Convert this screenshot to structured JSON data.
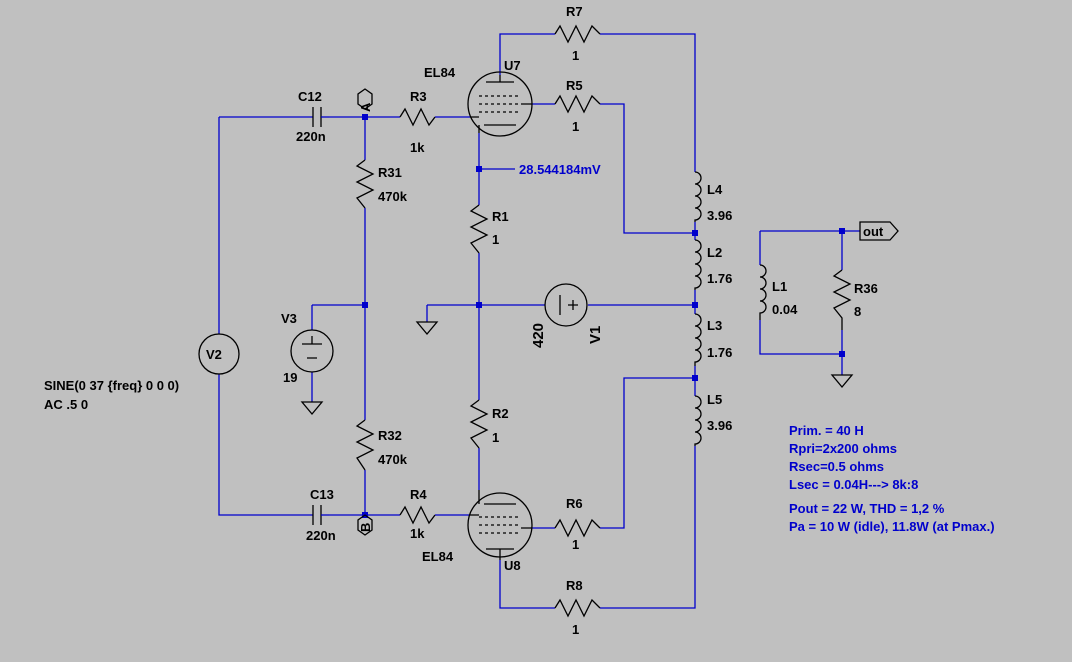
{
  "components": {
    "R7": {
      "ref": "R7",
      "value": "1"
    },
    "R5": {
      "ref": "R5",
      "value": "1"
    },
    "R3": {
      "ref": "R3",
      "value": "1k"
    },
    "R4": {
      "ref": "R4",
      "value": "1k"
    },
    "R6": {
      "ref": "R6",
      "value": "1"
    },
    "R8": {
      "ref": "R8",
      "value": "1"
    },
    "R1": {
      "ref": "R1",
      "value": "1"
    },
    "R2": {
      "ref": "R2",
      "value": "1"
    },
    "R31": {
      "ref": "R31",
      "value": "470k"
    },
    "R32": {
      "ref": "R32",
      "value": "470k"
    },
    "R36": {
      "ref": "R36",
      "value": "8"
    },
    "C12": {
      "ref": "C12",
      "value": "220n"
    },
    "C13": {
      "ref": "C13",
      "value": "220n"
    },
    "L1": {
      "ref": "L1",
      "value": "0.04"
    },
    "L2": {
      "ref": "L2",
      "value": "1.76"
    },
    "L3": {
      "ref": "L3",
      "value": "1.76"
    },
    "L4": {
      "ref": "L4",
      "value": "3.96"
    },
    "L5": {
      "ref": "L5",
      "value": "3.96"
    },
    "U7": {
      "ref": "U7",
      "value": "EL84"
    },
    "U8": {
      "ref": "U8",
      "value": "EL84"
    },
    "V1": {
      "ref": "V1",
      "value": "420"
    },
    "V2": {
      "ref": "V2",
      "value": "SINE(0 37 {freq} 0 0 0)",
      "ac": "AC .5 0"
    },
    "V3": {
      "ref": "V3",
      "value": "19"
    }
  },
  "net_labels": {
    "a": "A",
    "b": "B",
    "out": "out"
  },
  "probe_voltage": "28.544184mV",
  "notes": [
    "Prim. = 40 H",
    "Rpri=2x200 ohms",
    "Rsec=0.5 ohms",
    "Lsec = 0.04H--->  8k:8",
    "Pout = 22 W, THD = 1,2 %",
    "Pa = 10 W (idle), 11.8W (at Pmax.)"
  ],
  "colors": {
    "background": "#c0c0c0",
    "wire": "#0000cc",
    "component": "#000000",
    "annotation": "#0000cc"
  }
}
